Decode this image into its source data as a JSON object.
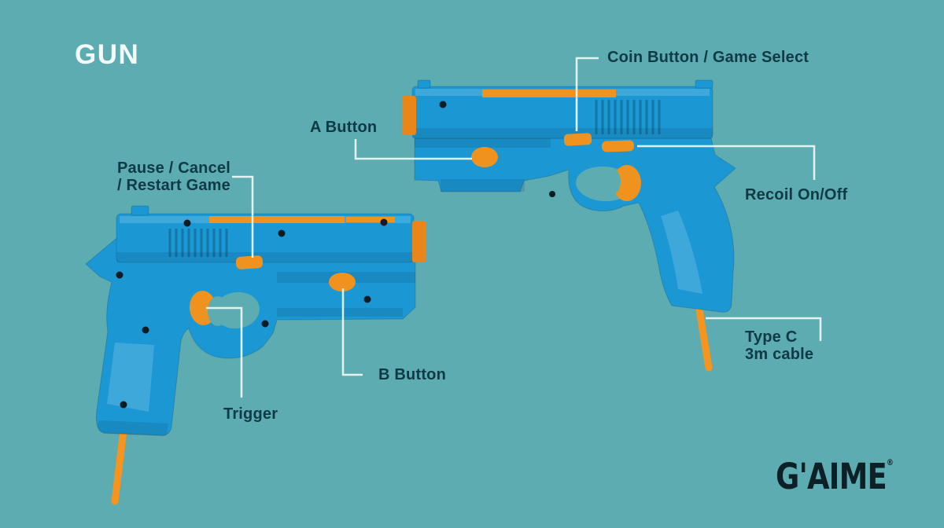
{
  "title": "GUN",
  "labels": {
    "coin_button": "Coin Button / Game Select",
    "a_button": "A Button",
    "pause_line1": "Pause / Cancel",
    "pause_line2": "/ Restart Game",
    "recoil": "Recoil On/Off",
    "b_button": "B Button",
    "trigger": "Trigger",
    "cable_line1": "Type C",
    "cable_line2": "3m cable"
  },
  "logo": {
    "text": "G'AIME",
    "registered": "®"
  },
  "colors": {
    "background": "#5dacb1",
    "gun_blue": "#1b98d4",
    "gun_blue_dark": "#0f7fb4",
    "accent_orange": "#f0921e",
    "muzzle_orange": "#e8861a",
    "cable_orange": "#f7941e",
    "label_text": "#0e3a44",
    "title_text": "#f2fbfa",
    "connector_line": "#e9f7f4",
    "screw_black": "#0d1c24",
    "logo_color": "#0b2027"
  }
}
